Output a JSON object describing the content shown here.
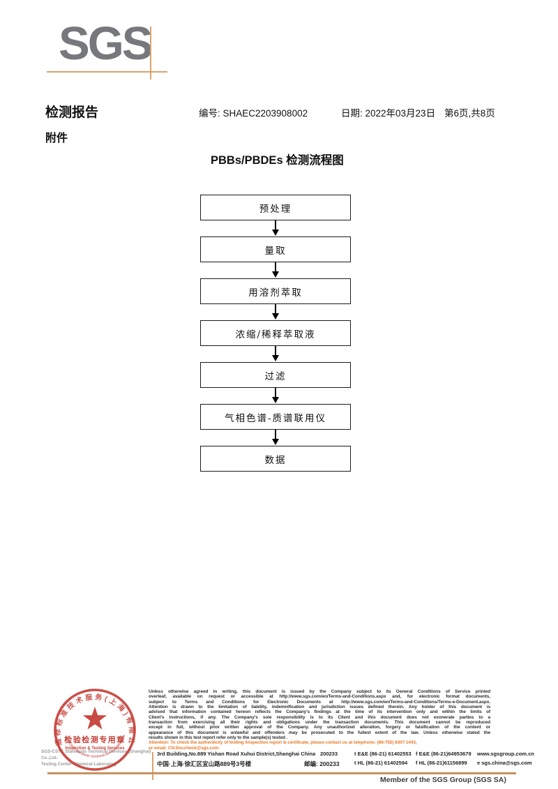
{
  "header": {
    "logo_text": "SGS",
    "report_title": "检测报告",
    "report_no": "编号: SHAEC2203908002",
    "date": "日期: 2022年03月23日",
    "page_info": "第6页,共8页",
    "attachment_label": "附件"
  },
  "flowchart": {
    "title": "PBBs/PBDEs 检测流程图",
    "steps": [
      "预处理",
      "量取",
      "用溶剂萃取",
      "浓缩/稀释萃取液",
      "过滤",
      "气相色谱-质谱联用仪",
      "数据"
    ]
  },
  "stamp": {
    "ring_text_top": "通标标准技术服务(上海)有限公司",
    "ring_text_bottom": "SGS-CSTC Standards Technical Services (Shanghai) Co.,Ltd.",
    "center_line1": "检验检测专用章",
    "center_line2": "Inspection & Testing Services",
    "company_line1": "SGS-CSTC Standards Technical Services (Shanghai) Co.,Ltd.",
    "company_line2": "Testing Center-Chemical Laboratory"
  },
  "disclaimer": {
    "lines": [
      "Unless otherwise agreed in writing, this document is issued by the Company subject to its General Conditions of Service printed",
      "overleaf, available on request or accessible at http://www.sgs.com/en/Terms-and-Conditions.aspx and, for electronic format documents,",
      "subject to Terms and Conditions for Electronic Documents at http://www.sgs.com/en/Terms-and-Conditions/Terms-e-Document.aspx.",
      "Attention is drawn to the limitation of liability, indemnification and jurisdiction issues defined therein. Any holder of this document is",
      "advised that information contained hereon reflects the Company's findings at the time of its intervention only and within the limits of",
      "Client's instructions, if any. The Company's sole responsibility is to its Client and this document does not exonerate parties to a",
      "transaction from exercising all their rights and obligations under the transaction documents. This document cannot be reproduced",
      "except in full, without prior written approval of the Company. Any unauthorized alteration, forgery or falsification of the content or",
      "appearance of this document is unlawful and offenders may be prosecuted to the fullest extent of the law. Unless otherwise stated the",
      "results shown in this test report refer only to the sample(s) tested ."
    ],
    "attention_line1": "Attention: To check the authenticity of testing /inspection report & certificate, please contact us at telephone: (86-755) 8307 1443,",
    "attention_line2": "or email: CN.Doccheck@sgs.com"
  },
  "footer": {
    "address_en": "3rd Building,No.889 Yishan Road Xuhui District,Shanghai China",
    "postcode1": "200233",
    "tel1": "t E&E (86-21) 61402553",
    "fax1": "f E&E (86-21)64953679",
    "web": "www.sgsgroup.com.cn",
    "address_cn": "中国·上海·徐汇区宜山路889号3号楼",
    "postcode2": "邮编: 200233",
    "tel2": "t HL (86-21) 61402594",
    "fax2": "f HL (86-21)61156899",
    "email": "e  sgs.china@sgs.com",
    "member_text": "Member of the SGS Group (SGS SA)"
  },
  "colors": {
    "logo_gray": "#77787b",
    "accent_orange": "#dca26e",
    "footer_rule_tan": "#c7915c",
    "stamp_red": "#c5403a",
    "attention_orange": "#e87a28"
  }
}
